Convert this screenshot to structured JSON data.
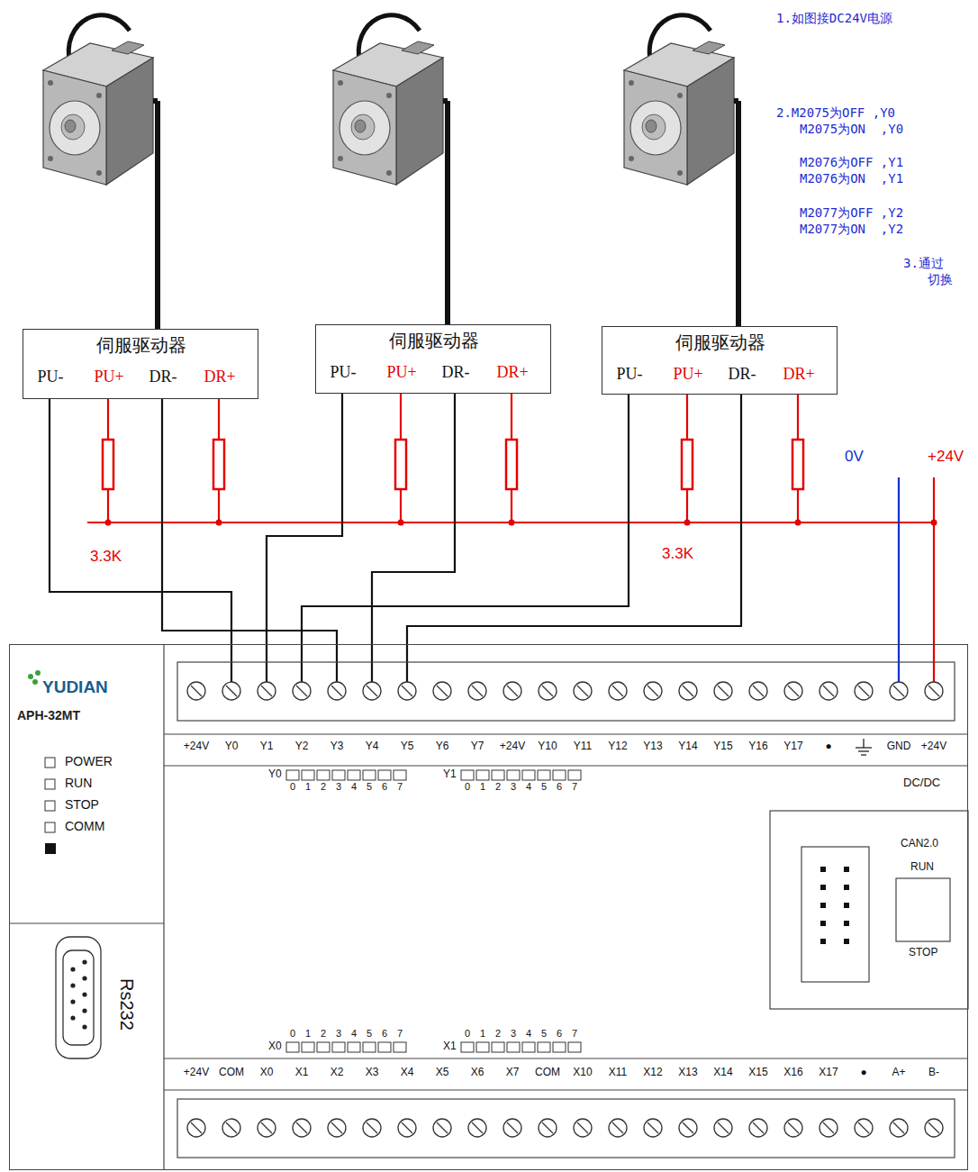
{
  "diagram": {
    "nodes": [
      {
        "text": [
          "伺服驱动器",
          "PU-",
          "PU+",
          "DR-",
          "DR+"
        ]
      },
      {
        "text": [
          "伺服驱动器",
          "PU-",
          "PU+",
          "DR-",
          "DR+"
        ]
      },
      {
        "text": [
          "伺服驱动器",
          "PU-",
          "PU+",
          "DR-",
          "DR+"
        ]
      },
      {
        "text": [
          "YUDIAN",
          "APH-32MT"
        ]
      }
    ],
    "edges": [
      {
        "from": 0,
        "to": 3,
        "arrow": "none"
      },
      {
        "from": 0,
        "to": 3,
        "arrow": "none"
      },
      {
        "from": 1,
        "to": 3,
        "arrow": "none"
      },
      {
        "from": 1,
        "to": 3,
        "arrow": "none"
      },
      {
        "from": 2,
        "to": 3,
        "arrow": "none"
      },
      {
        "from": 2,
        "to": 3,
        "arrow": "none"
      }
    ],
    "labels": [
      "1.如图接DC24V电源",
      "2.M2075为OFF ,Y0",
      "M2075为ON  ,Y0",
      "M2076为OFF ,Y1",
      "M2076为ON  ,Y1",
      "M2077为OFF ,Y2",
      "M2077为ON  ,Y2",
      "3.通过",
      "切换",
      "3.3K",
      "3.3K",
      "0V",
      "+24V",
      "POWER",
      "RUN",
      "STOP",
      "COMM",
      "+24V",
      "Y0",
      "Y1",
      "Y2",
      "Y3",
      "Y4",
      "Y5",
      "Y6",
      "Y7",
      "+24V",
      "Y10",
      "Y11",
      "Y12",
      "Y13",
      "Y14",
      "Y15",
      "Y16",
      "Y17",
      "●",
      "GND",
      "+24V",
      "Y0",
      "0",
      "1",
      "2",
      "3",
      "4",
      "5",
      "6",
      "7",
      "Y1",
      "0",
      "1",
      "2",
      "3",
      "4",
      "5",
      "6",
      "7",
      "DC/DC",
      "CAN2.0",
      "RUN",
      "STOP",
      "Rs232",
      "X0",
      "0",
      "1",
      "2",
      "3",
      "4",
      "5",
      "6",
      "7",
      "X1",
      "0",
      "1",
      "2",
      "3",
      "4",
      "5",
      "6",
      "7",
      "+24V",
      "COM",
      "X0",
      "X1",
      "X2",
      "X3",
      "X4",
      "X5",
      "X6",
      "X7",
      "COM",
      "X10",
      "X11",
      "X12",
      "X13",
      "X14",
      "X15",
      "X16",
      "X17",
      "●",
      "A+",
      "B-"
    ]
  }
}
